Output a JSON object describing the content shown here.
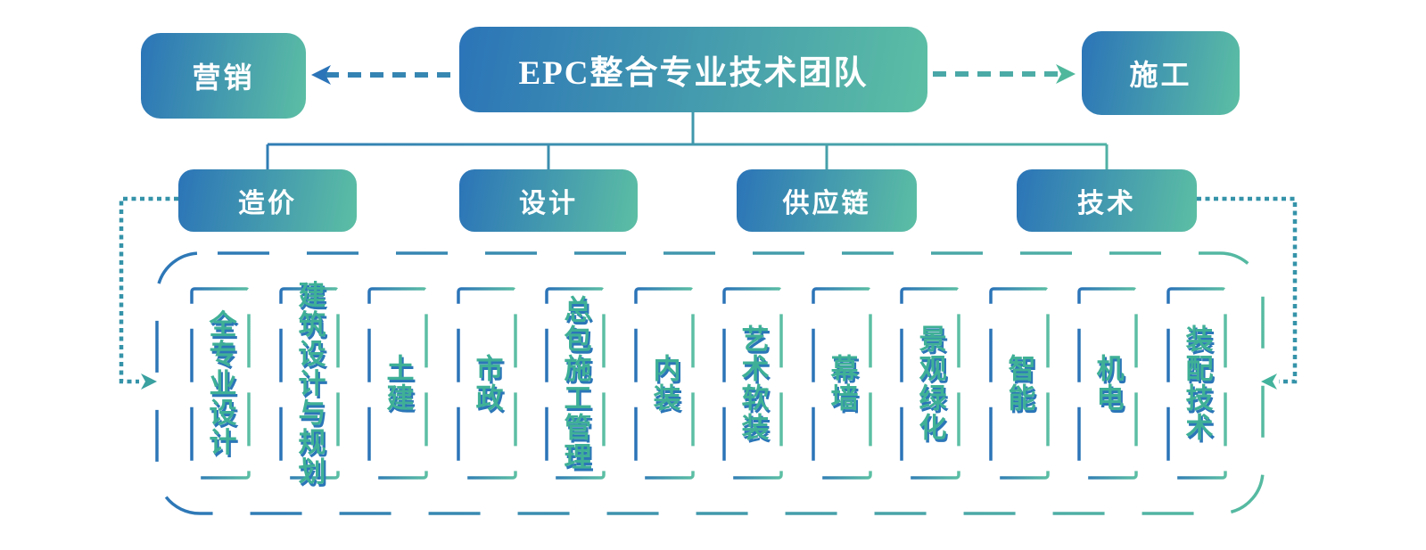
{
  "diagram": {
    "root": {
      "label": "EPC整合专业技术团队"
    },
    "left_node": {
      "label": "营销"
    },
    "right_node": {
      "label": "施工"
    },
    "branches": [
      {
        "label": "造价"
      },
      {
        "label": "设计"
      },
      {
        "label": "供应链"
      },
      {
        "label": "技术"
      }
    ],
    "specialties": [
      {
        "label": "全专业设计"
      },
      {
        "label": "建筑设计与规划"
      },
      {
        "label": "土建"
      },
      {
        "label": "市政"
      },
      {
        "label": "总包施工管理"
      },
      {
        "label": "内装"
      },
      {
        "label": "艺术软装"
      },
      {
        "label": "幕墙"
      },
      {
        "label": "景观绿化"
      },
      {
        "label": "智能"
      },
      {
        "label": "机电"
      },
      {
        "label": "装配技术"
      }
    ],
    "colors": {
      "gradient_blue": "#2b74b8",
      "gradient_green": "#5cbfa4",
      "stroke_green": "#57bda0",
      "loop_teal": "#3593a9",
      "loop_arrow_left": "#3aa0a0",
      "loop_arrow_right": "#43b29c",
      "arrow_head_blue": "#2b74b8",
      "arrow_head_green": "#4fb89c",
      "specialty_text_teal": "#3fb096",
      "specialty_text_shadow_blue": "#2b76b8",
      "node_text": "#ffffff"
    }
  }
}
